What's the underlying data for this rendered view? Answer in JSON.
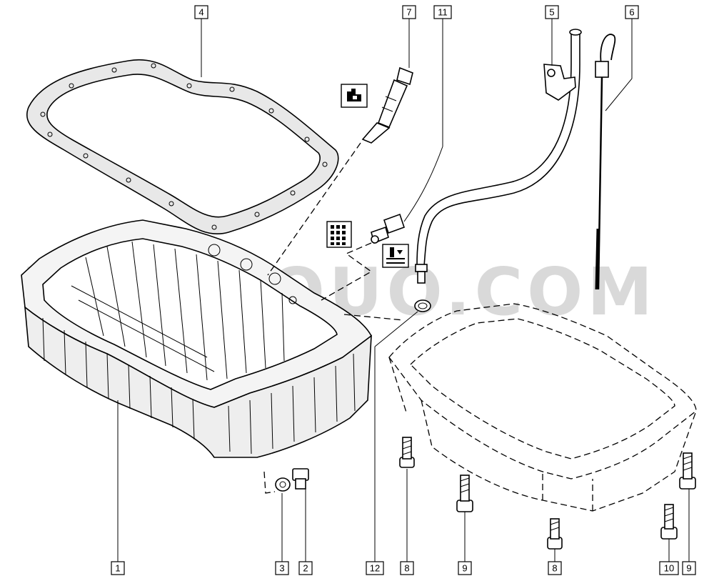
{
  "diagram": {
    "watermark": "KIUBSOUO.COM",
    "callouts": [
      {
        "id": "c1",
        "label": "1"
      },
      {
        "id": "c2",
        "label": "2"
      },
      {
        "id": "c3",
        "label": "3"
      },
      {
        "id": "c4",
        "label": "4"
      },
      {
        "id": "c5",
        "label": "5"
      },
      {
        "id": "c6",
        "label": "6"
      },
      {
        "id": "c7",
        "label": "7"
      },
      {
        "id": "c8a",
        "label": "8"
      },
      {
        "id": "c8b",
        "label": "8"
      },
      {
        "id": "c9a",
        "label": "9"
      },
      {
        "id": "c9b",
        "label": "9"
      },
      {
        "id": "c10",
        "label": "10"
      },
      {
        "id": "c11",
        "label": "11"
      },
      {
        "id": "c12",
        "label": "12"
      }
    ],
    "icons": [
      "oil-pressure-sensor-icon",
      "oil-level-grid-icon",
      "oil-level-sensor-icon"
    ],
    "parts": [
      "oil-sump",
      "sump-gasket",
      "oil-dipstick-tube",
      "oil-dipstick",
      "oil-level-sensor",
      "oil-pressure-switch",
      "drain-plug",
      "drain-washer",
      "bolt",
      "o-ring",
      "tube-bracket"
    ]
  }
}
